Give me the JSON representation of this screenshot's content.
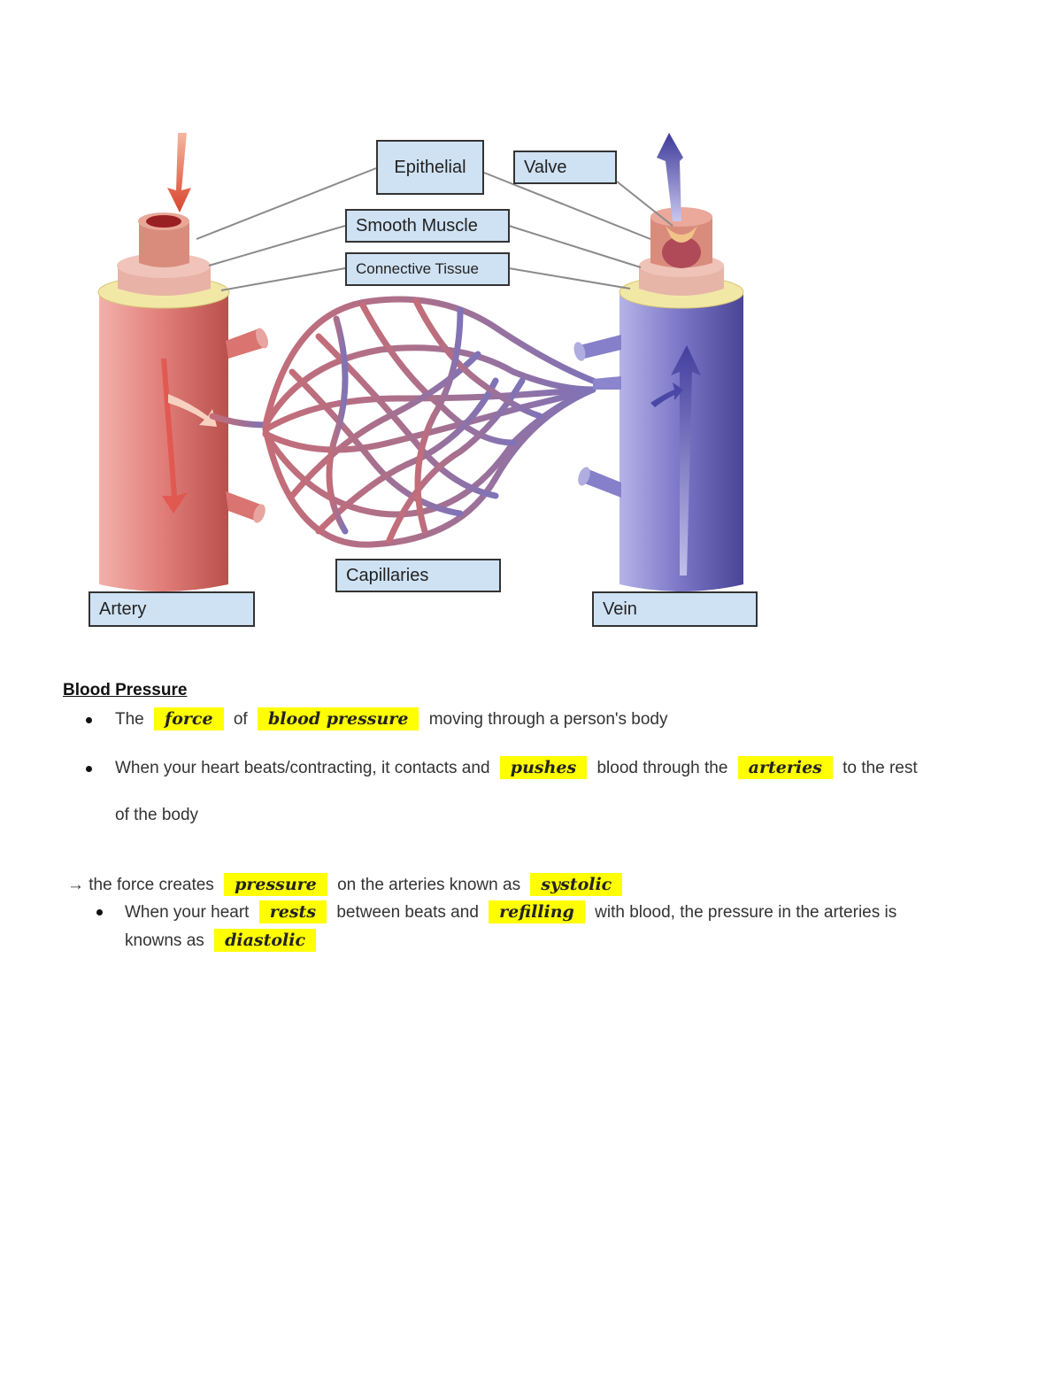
{
  "diagram": {
    "labels": {
      "epithelial": "Epithelial",
      "valve": "Valve",
      "smooth_muscle": "Smooth Muscle",
      "connective_tissue": "Connective Tissue",
      "capillaries": "Capillaries",
      "artery": "Artery",
      "vein": "Vein"
    },
    "colors": {
      "artery": "#e58a86",
      "vein": "#7c78c4",
      "label_fill": "#cfe2f3",
      "highlight": "#ffff00"
    }
  },
  "notes": {
    "heading": "Blood Pressure",
    "bullet1": {
      "t1": "The",
      "h1": "force",
      "t2": "of",
      "h2": "blood pressure",
      "t3": "moving through a person's body"
    },
    "bullet2": {
      "t1": "When your heart beats/contracting, it contacts and",
      "h1": "pushes",
      "t2": "blood through the",
      "h2": "arteries",
      "t3": "to the rest",
      "t4": "of the body"
    },
    "arrow_line": {
      "t1": "→ the force creates",
      "h1": "pressure",
      "t2": "on the arteries known as",
      "h2": "systolic"
    },
    "bullet3": {
      "t1": "When your heart",
      "h1": "rests",
      "t2": "between beats and",
      "h2": "refilling",
      "t3": "with blood,  the pressure in the arteries is",
      "t4": "knowns as",
      "h3": "diastolic"
    }
  }
}
